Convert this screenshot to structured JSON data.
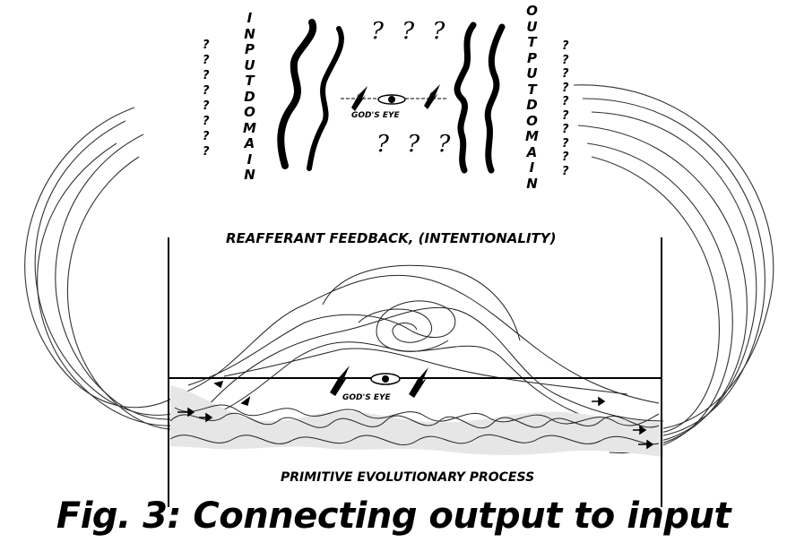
{
  "input_domain": {
    "letters": [
      "I",
      "N",
      "P",
      "U",
      "T",
      "D",
      "O",
      "M",
      "A",
      "I",
      "N"
    ]
  },
  "output_domain": {
    "letters": [
      "O",
      "U",
      "T",
      "P",
      "U",
      "T",
      "D",
      "O",
      "M",
      "A",
      "I",
      "N"
    ]
  },
  "left_questions": [
    "?",
    "?",
    "?",
    "?",
    "?",
    "?",
    "?",
    "?"
  ],
  "right_questions": [
    "?",
    "?",
    "?",
    "?",
    "?",
    "?",
    "?",
    "?",
    "?",
    "?"
  ],
  "top_questions": "? ? ?",
  "bottom_questions": "? ? ?",
  "gods_eye_top": "GOD'S EYE",
  "gods_eye_bottom": "GOD'S EYE",
  "feedback_label": "REAFFERANT FEEDBACK, (INTENTIONALITY)",
  "process_label": "PRIMITIVE EVOLUTIONARY PROCESS",
  "caption": "Fig. 3: Connecting output to input"
}
